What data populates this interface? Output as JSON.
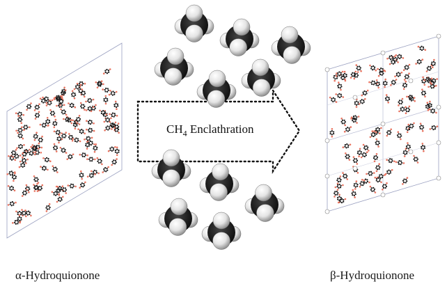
{
  "diagram": {
    "arrow_label": {
      "prefix": "CH",
      "subscript": "4",
      "suffix": " Enclathration"
    },
    "left_caption": "α-Hydroquionone",
    "right_caption": "β-Hydroquionone"
  },
  "colors": {
    "carbon": "#1a1a1a",
    "oxygen": "#e8735f",
    "cell_edge": "#8a8fb0",
    "methane_c": "#111111",
    "methane_h": "#f2f2f2"
  }
}
